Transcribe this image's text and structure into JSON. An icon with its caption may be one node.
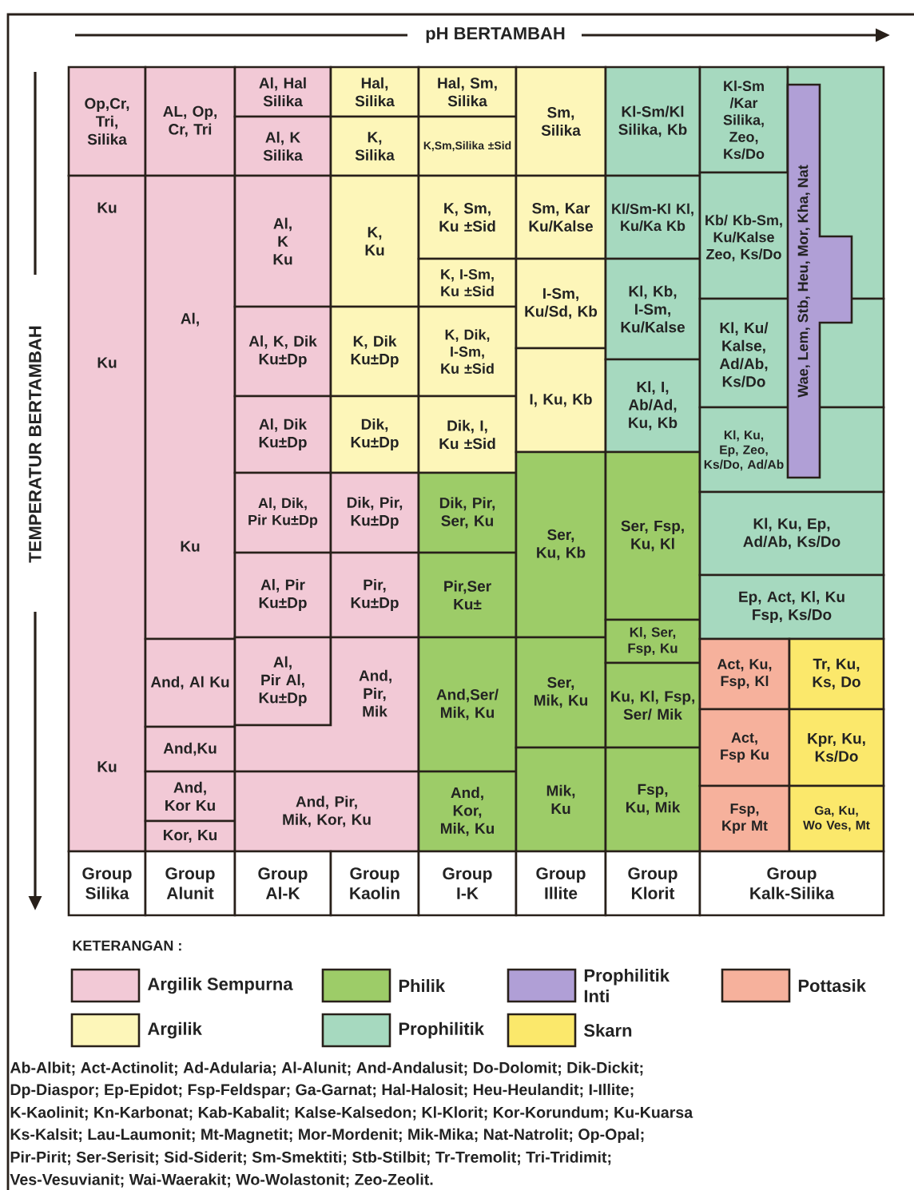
{
  "diagram": {
    "nodes": [
      {
        "text": [
          "Op,Cr, Tri, Silika"
        ]
      },
      {
        "text": [
          "Ku",
          "Ku",
          "Ku"
        ]
      },
      {
        "text": [
          "AL, Op, Cr, Tri"
        ]
      },
      {
        "text": [
          "Al,",
          "Ku"
        ]
      },
      {
        "text": [
          "And, Al Ku"
        ]
      },
      {
        "text": [
          "And,Ku"
        ]
      },
      {
        "text": [
          "And, Kor Ku"
        ]
      },
      {
        "text": [
          "Kor, Ku"
        ]
      },
      {
        "text": [
          "Al, Hal Silika"
        ]
      },
      {
        "text": [
          "Al, K Silika"
        ]
      },
      {
        "text": [
          "Al, K Ku"
        ]
      },
      {
        "text": [
          "Al, K, Dik Ku±Dp"
        ]
      },
      {
        "text": [
          "Al, Dik Ku±Dp"
        ]
      },
      {
        "text": [
          "Al, Dik, Pir Ku±Dp"
        ]
      },
      {
        "text": [
          "Al, Pir Ku±Dp"
        ]
      },
      {
        "text": [
          "Al, Pir Al, Ku±Dp"
        ]
      },
      {
        "text": [
          "Hal, Silika"
        ]
      },
      {
        "text": [
          "K, Silika"
        ]
      },
      {
        "text": [
          "K, Ku"
        ]
      },
      {
        "text": [
          "K, Dik Ku±Dp"
        ]
      },
      {
        "text": [
          "Dik, Ku±Dp"
        ]
      },
      {
        "text": [
          "Dik, Pir, Ku±Dp"
        ]
      },
      {
        "text": [
          "Pir, Ku±Dp"
        ]
      },
      {
        "text": [
          "And, Pir, Mik"
        ]
      },
      {
        "text": [
          "And, Pir, Mik, Kor, Ku"
        ]
      },
      {
        "text": [
          "Hal, Sm, Silika"
        ]
      },
      {
        "text": [
          "K,Sm,Silika ±Sid"
        ]
      },
      {
        "text": [
          "K, Sm, Ku ±Sid"
        ]
      },
      {
        "text": [
          "K, I-Sm, Ku ±Sid"
        ]
      },
      {
        "text": [
          "K, Dik, I-Sm, Ku ±Sid"
        ]
      },
      {
        "text": [
          "Dik, I, Ku ±Sid"
        ]
      },
      {
        "text": [
          "Dik, Pir, Ser, Ku"
        ]
      },
      {
        "text": [
          "Pir,Ser Ku±"
        ]
      },
      {
        "text": [
          "And,Ser/ Mik, Ku"
        ]
      },
      {
        "text": [
          "And, Kor, Mik, Ku"
        ]
      },
      {
        "text": [
          "Sm, Silika"
        ]
      },
      {
        "text": [
          "Sm, Kar Ku/Kalse"
        ]
      },
      {
        "text": [
          "I-Sm, Ku/Sd, Kb"
        ]
      },
      {
        "text": [
          "I, Ku, Kb"
        ]
      },
      {
        "text": [
          "Ser, Ku, Kb"
        ]
      },
      {
        "text": [
          "Ser, Mik, Ku"
        ]
      },
      {
        "text": [
          "Mik, Ku"
        ]
      },
      {
        "text": [
          "Kl-Sm/Kl Silika, Kb"
        ]
      },
      {
        "text": [
          "Kl/Sm-Kl Kl, Ku/Ka Kb"
        ]
      },
      {
        "text": [
          "Kl, Kb, I-Sm, Ku/Kalse"
        ]
      },
      {
        "text": [
          "Kl, I, Ab/Ad, Ku, Kb"
        ]
      },
      {
        "text": [
          "Ser, Fsp, Ku, Kl"
        ]
      },
      {
        "text": [
          "Kl, Ser, Fsp, Ku"
        ]
      },
      {
        "text": [
          "Ku, Kl, Fsp, Ser/ Mik"
        ]
      },
      {
        "text": [
          "Fsp, Ku, Mik"
        ]
      },
      {
        "text": [
          "Kl-Sm /Kar Silika, Zeo, Ks/Do"
        ]
      },
      {
        "text": [
          "Kb/ Kb-Sm, Ku/Kalse Zeo, Ks/Do"
        ]
      },
      {
        "text": [
          "Kl, Ku/ Kalse, Ad/Ab, Ks/Do"
        ]
      },
      {
        "text": [
          "Kl, Ku, Ep, Zeo, Ks/Do, Ad/Ab"
        ]
      },
      {
        "text": [
          "Wae, Lem, Stb, Heu, Mor, Kha, Nat"
        ]
      },
      {
        "text": [
          "Kl, Ku, Ep, Ad/Ab, Ks/Do"
        ]
      },
      {
        "text": [
          "Ep, Act, Kl, Ku Fsp, Ks/Do"
        ]
      },
      {
        "text": [
          "Act, Ku, Fsp, Kl"
        ]
      },
      {
        "text": [
          "Tr, Ku, Ks, Do"
        ]
      },
      {
        "text": [
          "Act, Fsp Ku"
        ]
      },
      {
        "text": [
          "Kpr, Ku, Ks/Do"
        ]
      },
      {
        "text": [
          "Fsp, Kpr Mt"
        ]
      },
      {
        "text": [
          "Ga, Ku, Wo Ves, Mt"
        ]
      },
      {
        "text": [
          "Group Silika"
        ]
      },
      {
        "text": [
          "Group Alunit"
        ]
      },
      {
        "text": [
          "Group Al-K"
        ]
      },
      {
        "text": [
          "Group Kaolin"
        ]
      },
      {
        "text": [
          "Group I-K"
        ]
      },
      {
        "text": [
          "Group Illite"
        ]
      },
      {
        "text": [
          "Group Klorit"
        ]
      },
      {
        "text": [
          "Group Kalk-Silika"
        ]
      }
    ],
    "labels": [
      "pH BERTAMBAH",
      "TEMPERATUR BERTAMBAH",
      "KETERANGAN :",
      "Ab-Albit; Act-Actinolit; Ad-Adularia; Al-Alunit; And-Andalusit; Do-Dolomit; Dik-Dickit;",
      "Dp-Diaspor; Ep-Epidot; Fsp-Feldspar; Ga-Garnat; Hal-Halosit; Heu-Heulandit; I-Illite;",
      "K-Kaolinit; Kn-Karbonat; Kab-Kabalit; Kalse-Kalsedon; Kl-Klorit; Kor-Korundum; Ku-Kuarsa",
      "Ks-Kalsit; Lau-Laumonit; Mt-Magnetit; Mor-Mordenit; Mik-Mika; Nat-Natrolit; Op-Opal;",
      "Pir-Pirit; Ser-Serisit; Sid-Siderit; Sm-Smektiti; Stb-Stilbit; Tr-Tremolit; Tri-Tridimit;",
      "Ves-Vesuvianit; Wai-Waerakit; Wo-Wolastonit; Zeo-Zeolit."
    ],
    "legend": [
      {
        "text": "Argilik Sempurna",
        "color": "#f2c9d6"
      },
      {
        "text": "Philik",
        "color": "#9dcc68"
      },
      {
        "text": "Prophilitik Inti",
        "color": "#b09fd6"
      },
      {
        "text": "Pottasik",
        "color": "#f6b19c"
      },
      {
        "text": "Argilik",
        "color": "#fdf6b9"
      },
      {
        "text": "Prophilitik",
        "color": "#a6d9bf"
      },
      {
        "text": "Skarn",
        "color": "#fbe86b"
      }
    ]
  }
}
